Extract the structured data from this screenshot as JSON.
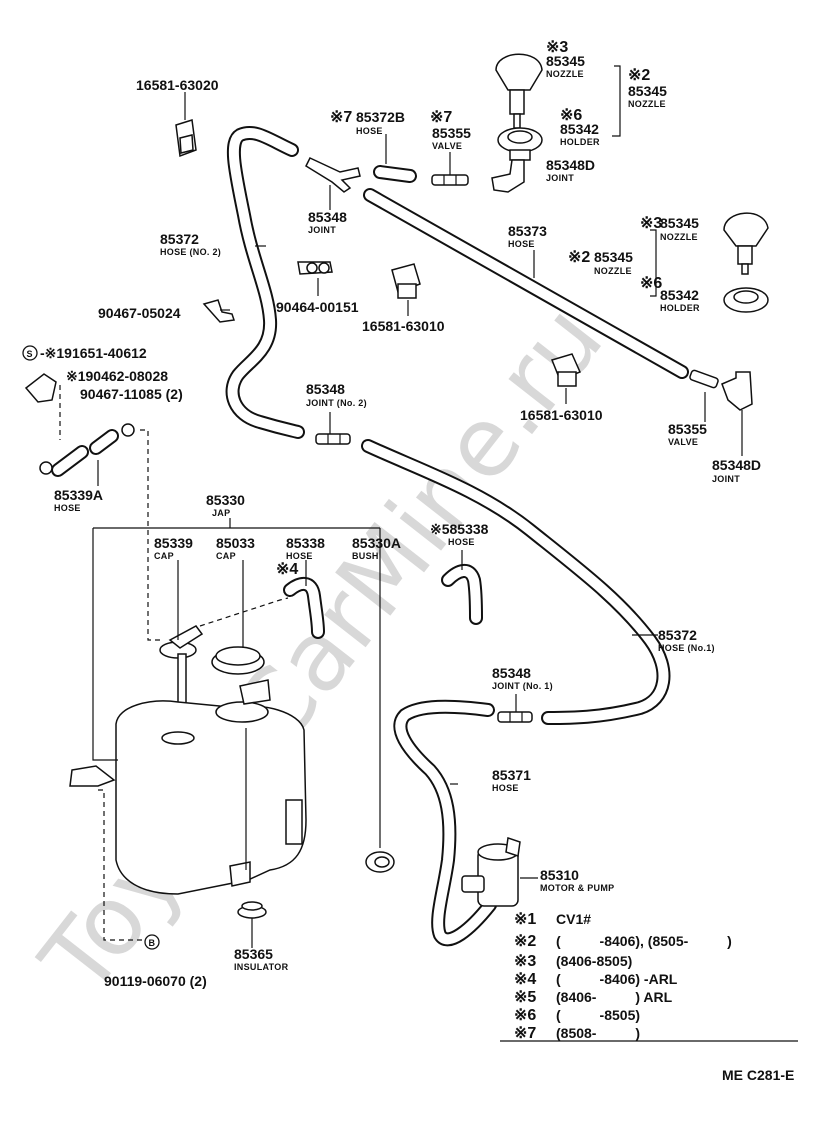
{
  "watermark": "ToyotaCarMine.ru",
  "figure_code": "ME C281-E",
  "labels": {
    "p16581_63020": "16581-63020",
    "p85372b_mark": "※7",
    "p85372b": "85372B",
    "p85372b_sub": "HOSE",
    "p85355_top_mark": "※7",
    "p85355_top": "85355",
    "p85355_top_sub": "VALVE",
    "p85345_a_mark": "※3",
    "p85345_a": "85345",
    "p85345_a_sub": "NOZZLE",
    "p85345_b_mark": "※2",
    "p85345_b": "85345",
    "p85345_b_sub": "NOZZLE",
    "p85342_a_mark": "※6",
    "p85342_a": "85342",
    "p85342_a_sub": "HOLDER",
    "p85348d_top": "85348D",
    "p85348d_top_sub": "JOINT",
    "p85348_a": "85348",
    "p85348_a_sub": "JOINT",
    "p85372_no2": "85372",
    "p85372_no2_sub": "HOSE (NO. 2)",
    "p85373": "85373",
    "p85373_sub": "HOSE",
    "p85345_c_mark": "※3",
    "p85345_c": "85345",
    "p85345_c_sub": "NOZZLE",
    "p85345_d_mark": "※2",
    "p85345_d": "85345",
    "p85345_d_sub": "NOZZLE",
    "p85342_b_mark": "※6",
    "p85342_b": "85342",
    "p85342_b_sub": "HOLDER",
    "p90464": "90464-00151",
    "p16581_63010_a": "16581-63010",
    "p90467_05024": "90467-05024",
    "p191651_mark_s": "S",
    "p191651": "-※191651-40612",
    "p190462": "※190462-08028",
    "p90467_11085": "90467-11085 (2)",
    "p85348_no2": "85348",
    "p85348_no2_sub": "JOINT (No. 2)",
    "p16581_63010_b": "16581-63010",
    "p85355_b": "85355",
    "p85355_b_sub": "VALVE",
    "p85348d_b": "85348D",
    "p85348d_b_sub": "JOINT",
    "p85339a": "85339A",
    "p85339a_sub": "HOSE",
    "p85330": "85330",
    "p85330_sub": "JAP",
    "p85339": "85339",
    "p85339_sub": "CAP",
    "p85033": "85033",
    "p85033_sub": "CAP",
    "p85338": "85338",
    "p85338_sub": "HOSE",
    "p85330a": "85330A",
    "p85330a_sub": "BUSH",
    "p85338_b": "※585338",
    "p85338_b_sub": "HOSE",
    "p85338_mark4": "※4",
    "p85372_no1": "85372",
    "p85372_no1_sub": "HOSE (No.1)",
    "p85348_no1": "85348",
    "p85348_no1_sub": "JOINT (No. 1)",
    "p85371": "85371",
    "p85371_sub": "HOSE",
    "p85310": "85310",
    "p85310_sub": "MOTOR & PUMP",
    "p85365": "85365",
    "p85365_sub": "INSULATOR",
    "p90119_mark_b": "B",
    "p90119": "90119-06070 (2)"
  },
  "notes": [
    {
      "mark": "※1",
      "text": "CV1#"
    },
    {
      "mark": "※2",
      "text": "(          -8406), (8505-          )"
    },
    {
      "mark": "※3",
      "text": "(8406-8505)"
    },
    {
      "mark": "※4",
      "text": "(          -8406) -ARL"
    },
    {
      "mark": "※5",
      "text": "(8406-          ) ARL"
    },
    {
      "mark": "※6",
      "text": "(          -8505)"
    },
    {
      "mark": "※7",
      "text": "(8508-          )"
    }
  ]
}
